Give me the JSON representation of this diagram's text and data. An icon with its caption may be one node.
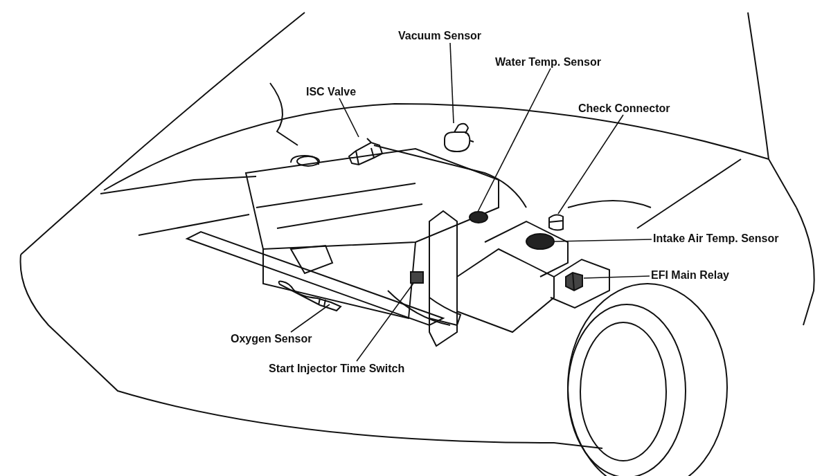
{
  "diagram": {
    "nodes": [
      {
        "text": [
          "Vacuum Sensor"
        ]
      },
      {
        "text": [
          "Water Temp. Sensor"
        ]
      },
      {
        "text": [
          "ISC Valve"
        ]
      },
      {
        "text": [
          "Check Connector"
        ]
      },
      {
        "text": [
          "Intake Air Temp. Sensor"
        ]
      },
      {
        "text": [
          "EFI Main Relay"
        ]
      },
      {
        "text": [
          "Oxygen Sensor"
        ]
      },
      {
        "text": [
          "Start Injector Time Switch"
        ]
      },
      {
        "text": [],
        "shape": "picture"
      },
      {
        "text": [],
        "shape": "circle"
      },
      {
        "text": [],
        "shape": "picture"
      },
      {
        "text": [],
        "shape": "picture"
      },
      {
        "text": [],
        "shape": "circle"
      },
      {
        "text": [],
        "shape": "picture"
      },
      {
        "text": [],
        "shape": "picture"
      },
      {
        "text": [],
        "shape": "box"
      }
    ],
    "edges": [
      {
        "from": 0,
        "to": 8,
        "arrow": "none"
      },
      {
        "from": 1,
        "to": 9,
        "arrow": "none"
      },
      {
        "from": 2,
        "to": 10,
        "arrow": "none"
      },
      {
        "from": 3,
        "to": 11,
        "arrow": "none"
      },
      {
        "from": 4,
        "to": 12,
        "arrow": "none"
      },
      {
        "from": 5,
        "to": 13,
        "arrow": "none"
      },
      {
        "from": 6,
        "to": 14,
        "arrow": "none"
      },
      {
        "from": 7,
        "to": 15,
        "arrow": "none"
      }
    ]
  }
}
